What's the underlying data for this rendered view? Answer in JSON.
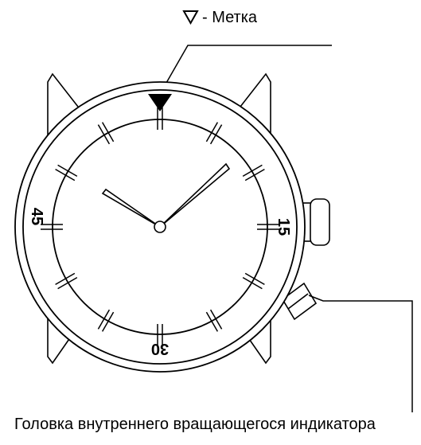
{
  "labels": {
    "marker": "- Метка",
    "crown": "Головка внутреннего вращающегося индикатора"
  },
  "bezel": {
    "n15": "15",
    "n30": "30",
    "n45": "45"
  },
  "icons": {
    "marker_symbol": "triangle-down-outline-icon",
    "bezel_marker": "triangle-down-filled-icon"
  },
  "colors": {
    "line": "#000000",
    "background": "#ffffff"
  }
}
